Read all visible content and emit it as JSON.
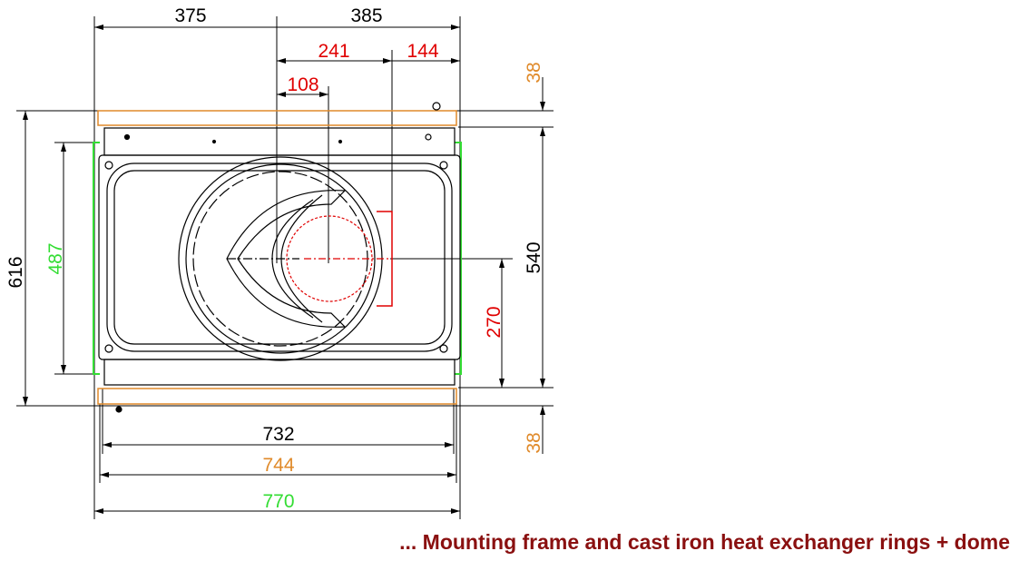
{
  "colors": {
    "black": "#000000",
    "red": "#e00000",
    "orange": "#e08a2a",
    "green": "#33dd33",
    "caption": "#8a1010"
  },
  "dimensions": {
    "top_left": "375",
    "top_right": "385",
    "red_241": "241",
    "red_144": "144",
    "red_108": "108",
    "left_total": "616",
    "left_green": "487",
    "right_top_38": "38",
    "right_540": "540",
    "right_270": "270",
    "right_bottom_38": "38",
    "bottom_732": "732",
    "bottom_744": "744",
    "bottom_770": "770"
  },
  "caption": "... Mounting frame and cast iron heat exchanger rings + dome"
}
